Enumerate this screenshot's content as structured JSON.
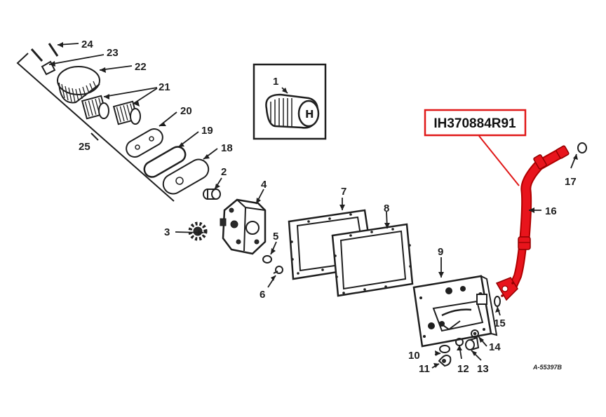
{
  "highlight": {
    "part_number": "IH370884R91",
    "color": "#e01818"
  },
  "callouts": {
    "c1": "1",
    "c2": "2",
    "c3": "3",
    "c4": "4",
    "c5": "5",
    "c6": "6",
    "c7": "7",
    "c8": "8",
    "c9": "9",
    "c10": "10",
    "c11": "11",
    "c12": "12",
    "c13": "13",
    "c14": "14",
    "c15": "15",
    "c16": "16",
    "c17": "17",
    "c18": "18",
    "c19": "19",
    "c20": "20",
    "c21": "21",
    "c22": "22",
    "c23": "23",
    "c24": "24",
    "c25": "25"
  },
  "drawing_ref": "A-55397B"
}
